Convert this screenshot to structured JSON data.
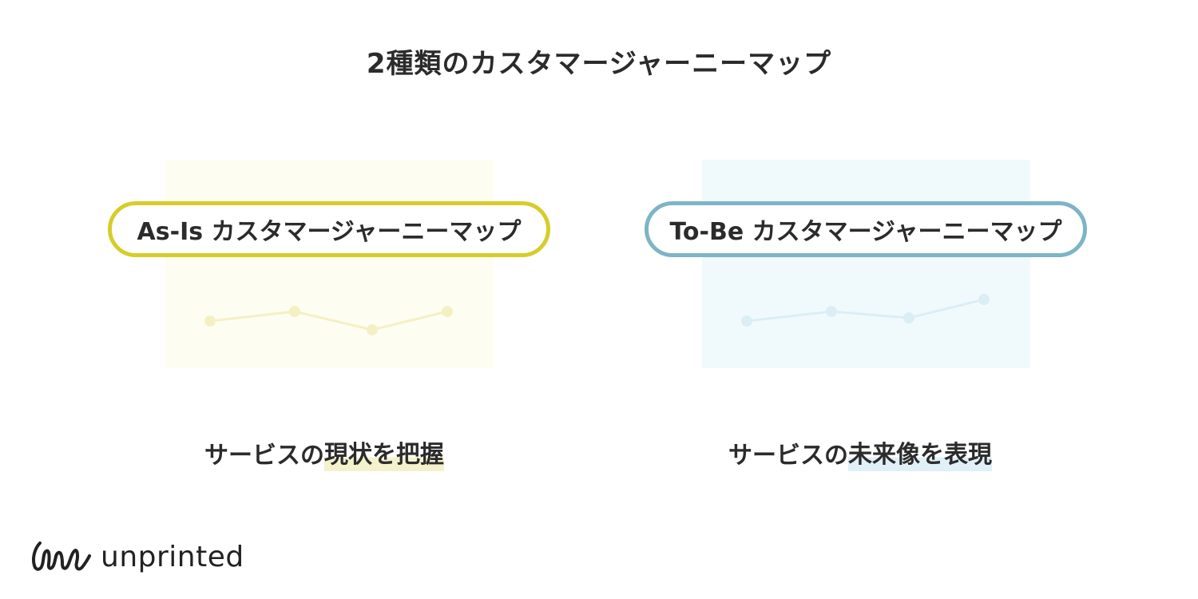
{
  "title": "2種類のカスタマージャーニーマップ",
  "as_is": {
    "label": "As-Is カスタマージャーニーマップ",
    "caption_plain": "サービスの",
    "caption_highlight": "現状を把握",
    "accent": "#d6cd2a",
    "panel_bg": "#fdfdf2",
    "line_color": "#f5f0c4",
    "highlight_color": "#f4f1cd"
  },
  "to_be": {
    "label": "To-Be カスタマージャーニーマップ",
    "caption_plain": "サービスの",
    "caption_highlight": "未来像を表現",
    "accent": "#7db4c6",
    "panel_bg": "#f0fafd",
    "line_color": "#dceef5",
    "highlight_color": "#dff0f7"
  },
  "logo": {
    "text": "unprinted",
    "icon": "unprinted-logo-icon"
  }
}
